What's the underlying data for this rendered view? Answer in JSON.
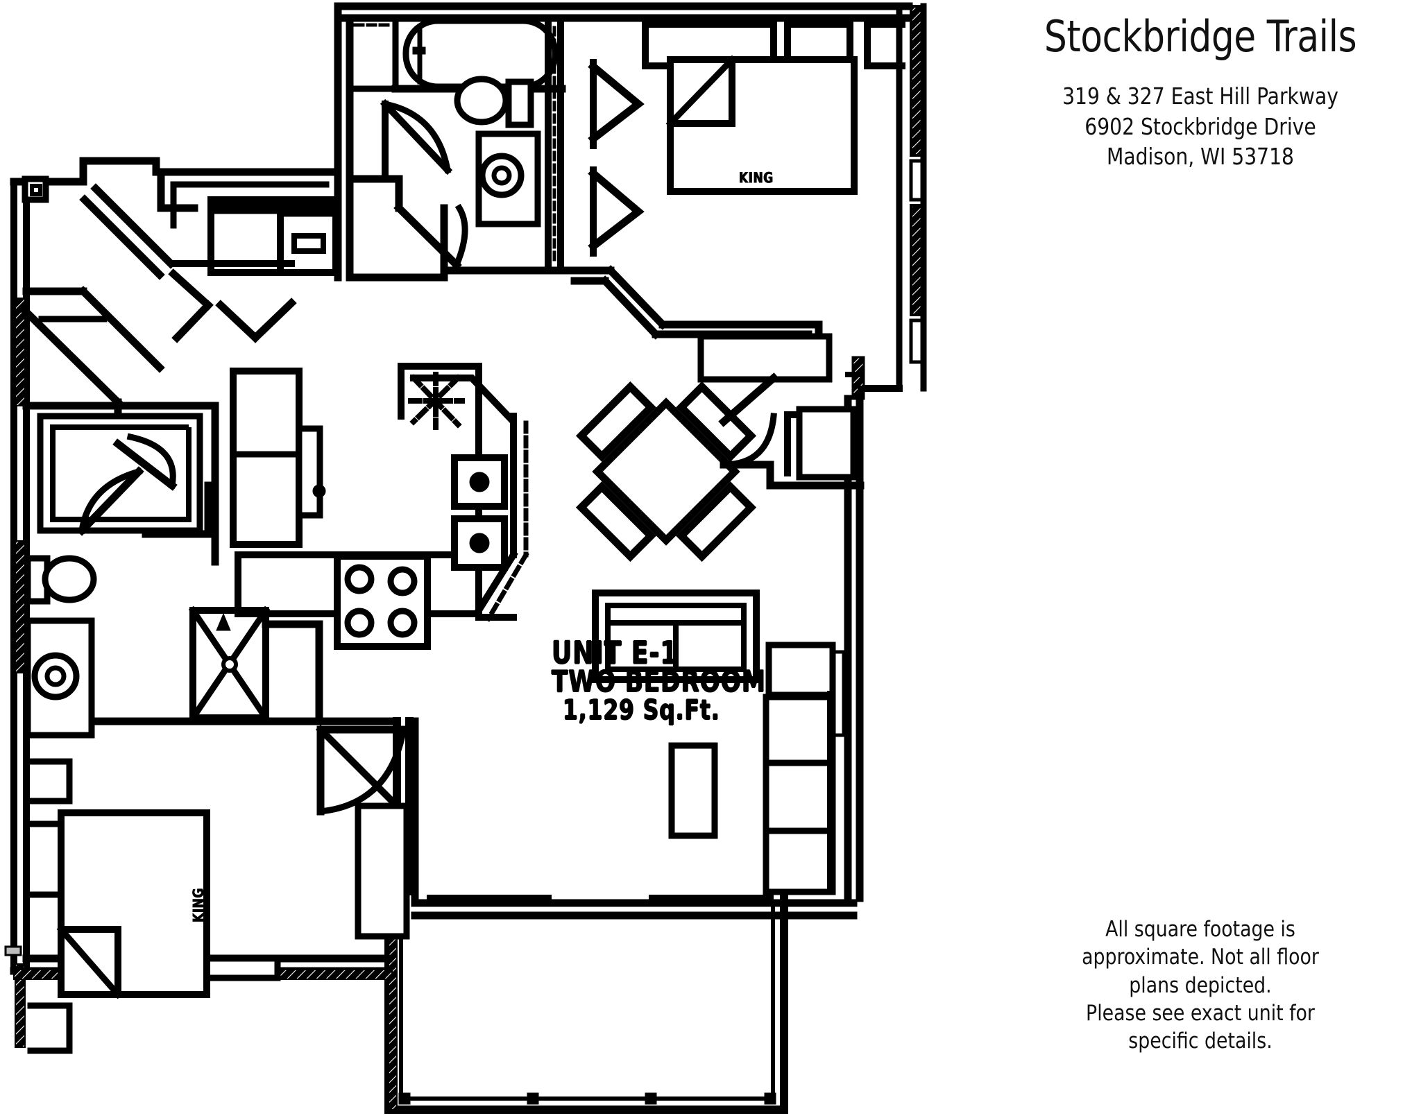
{
  "property": {
    "title": "Stockbridge Trails",
    "address_lines": [
      "319 & 327 East Hill Parkway",
      "6902 Stockbridge Drive",
      "Madison, WI 53718"
    ]
  },
  "unit": {
    "id_label": "UNIT E-1",
    "type_label": "TWO BEDROOM",
    "area_label": "1,129 Sq.Ft.",
    "unit_number": "E-1",
    "bedrooms": 2,
    "square_feet": "1,129"
  },
  "disclaimer": {
    "lines": [
      "All square footage is",
      "approximate. Not all floor",
      "plans depicted.",
      "Please see exact unit for",
      "specific details."
    ]
  },
  "bed_labels": {
    "master_bed": "KING",
    "second_bed": "KING"
  },
  "rooms": [
    {
      "name": "master-bedroom",
      "label": "",
      "bed": "KING"
    },
    {
      "name": "master-bathroom",
      "label": ""
    },
    {
      "name": "walk-in-closet",
      "label": ""
    },
    {
      "name": "kitchen",
      "label": ""
    },
    {
      "name": "dining-area",
      "label": ""
    },
    {
      "name": "living-room",
      "label": ""
    },
    {
      "name": "second-bedroom",
      "label": "",
      "bed": "KING"
    },
    {
      "name": "second-bathroom",
      "label": ""
    },
    {
      "name": "laundry-closet",
      "label": ""
    },
    {
      "name": "entry-foyer",
      "label": ""
    },
    {
      "name": "patio",
      "label": ""
    }
  ],
  "colors": {
    "line": "#000000",
    "background": "#ffffff",
    "text": "#111111"
  }
}
